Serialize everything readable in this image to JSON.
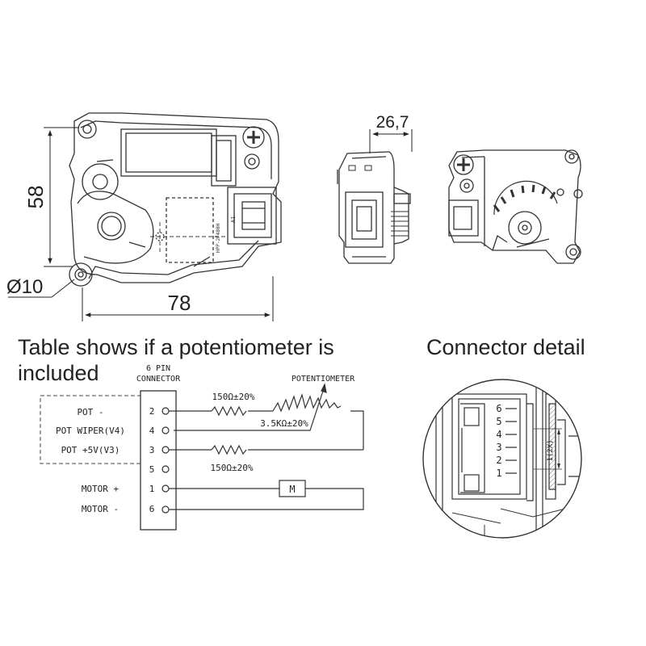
{
  "dimensions": {
    "height": "58",
    "width": "78",
    "depth": "26,7",
    "hole_diameter": "Ø10"
  },
  "headings": {
    "table_line1": "Table shows if a potentiometer is",
    "table_line2": "included",
    "connector_detail": "Connector detail"
  },
  "schematic": {
    "connector_title_line1": "6 PIN",
    "connector_title_line2": "CONNECTOR",
    "potentiometer_label": "POTENTIOMETER",
    "pot_value": "3.5KΩ±20%",
    "resistor_top_value": "150Ω±20%",
    "resistor_bottom_value": "150Ω±20%",
    "motor_symbol": "M",
    "signals": [
      "POT -",
      "POT WIPER(V4)",
      "POT +5V(V3)",
      "",
      "MOTOR +",
      "MOTOR -"
    ],
    "pins": [
      "2",
      "4",
      "3",
      "5",
      "1",
      "6"
    ]
  },
  "connector_detail": {
    "pin_numbers": [
      "6",
      "5",
      "4",
      "3",
      "2",
      "1"
    ],
    "pitch_label": "1(2X)"
  },
  "part_markings": {
    "label_code": "HPP-2F480H",
    "side_code": "A1"
  }
}
